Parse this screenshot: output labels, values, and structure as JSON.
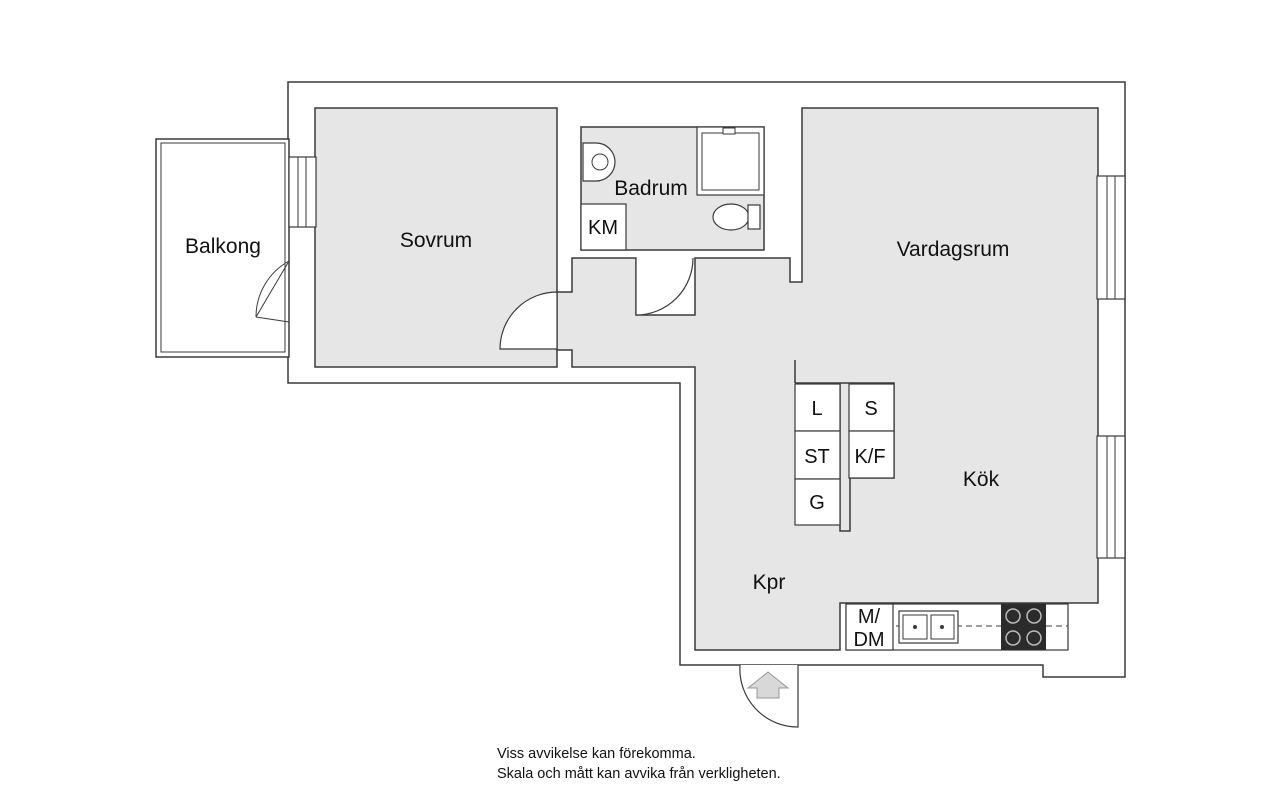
{
  "plan": {
    "rooms": {
      "balkong": "Balkong",
      "sovrum": "Sovrum",
      "badrum": "Badrum",
      "vardagsrum": "Vardagsrum",
      "kok": "Kök",
      "kpr": "Kpr"
    },
    "fixtures": {
      "km": "KM",
      "l": "L",
      "s": "S",
      "st": "ST",
      "kf": "K/F",
      "g": "G",
      "m_dm_line1": "M/",
      "m_dm_line2": "DM"
    }
  },
  "disclaimer": {
    "line1": "Viss avvikelse kan förekomma.",
    "line2": "Skala och mått kan avvika från verkligheten."
  },
  "colors": {
    "floor": "#e6e6e6",
    "wall": "#3a3a3a",
    "hob": "#2b2b2b"
  }
}
